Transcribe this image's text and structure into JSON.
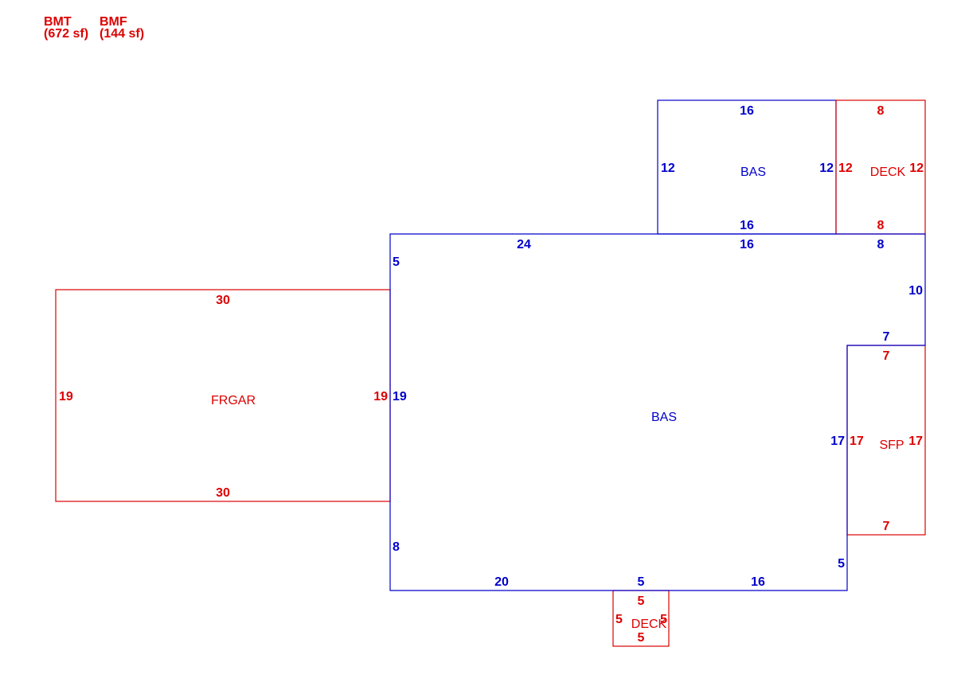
{
  "colors": {
    "living": "#0000cc",
    "other": "#dd0000"
  },
  "legend": [
    {
      "code": "BMT",
      "area": "(672 sf)"
    },
    {
      "code": "BMF",
      "area": "(144 sf)"
    }
  ],
  "areas": {
    "bas_main": "BAS",
    "bas_upper": "BAS",
    "deck_upper": "DECK",
    "frgar": "FRGAR",
    "sfp": "SFP",
    "deck_lower": "DECK"
  },
  "dims": {
    "bas_main": {
      "top_left": "24",
      "top_mid": "16",
      "top_right": "8",
      "right_upper": "10",
      "step_top": "7",
      "right_lower": "17",
      "right_bottom": "5",
      "bottom_right": "16",
      "bottom_mid": "5",
      "bottom_left": "20",
      "left_bottom": "8",
      "left_mid": "19",
      "left_top": "5"
    },
    "bas_upper": {
      "top": "16",
      "left": "12",
      "right": "12",
      "bottom": "16"
    },
    "deck_upper": {
      "top": "8",
      "left": "12",
      "right": "12",
      "bottom": "8"
    },
    "frgar": {
      "top": "30",
      "left": "19",
      "right": "19",
      "bottom": "30"
    },
    "sfp": {
      "top": "7",
      "left": "17",
      "right": "17",
      "bottom": "7"
    },
    "deck_lower": {
      "top": "5",
      "left": "5",
      "right": "5",
      "bottom": "5"
    }
  }
}
